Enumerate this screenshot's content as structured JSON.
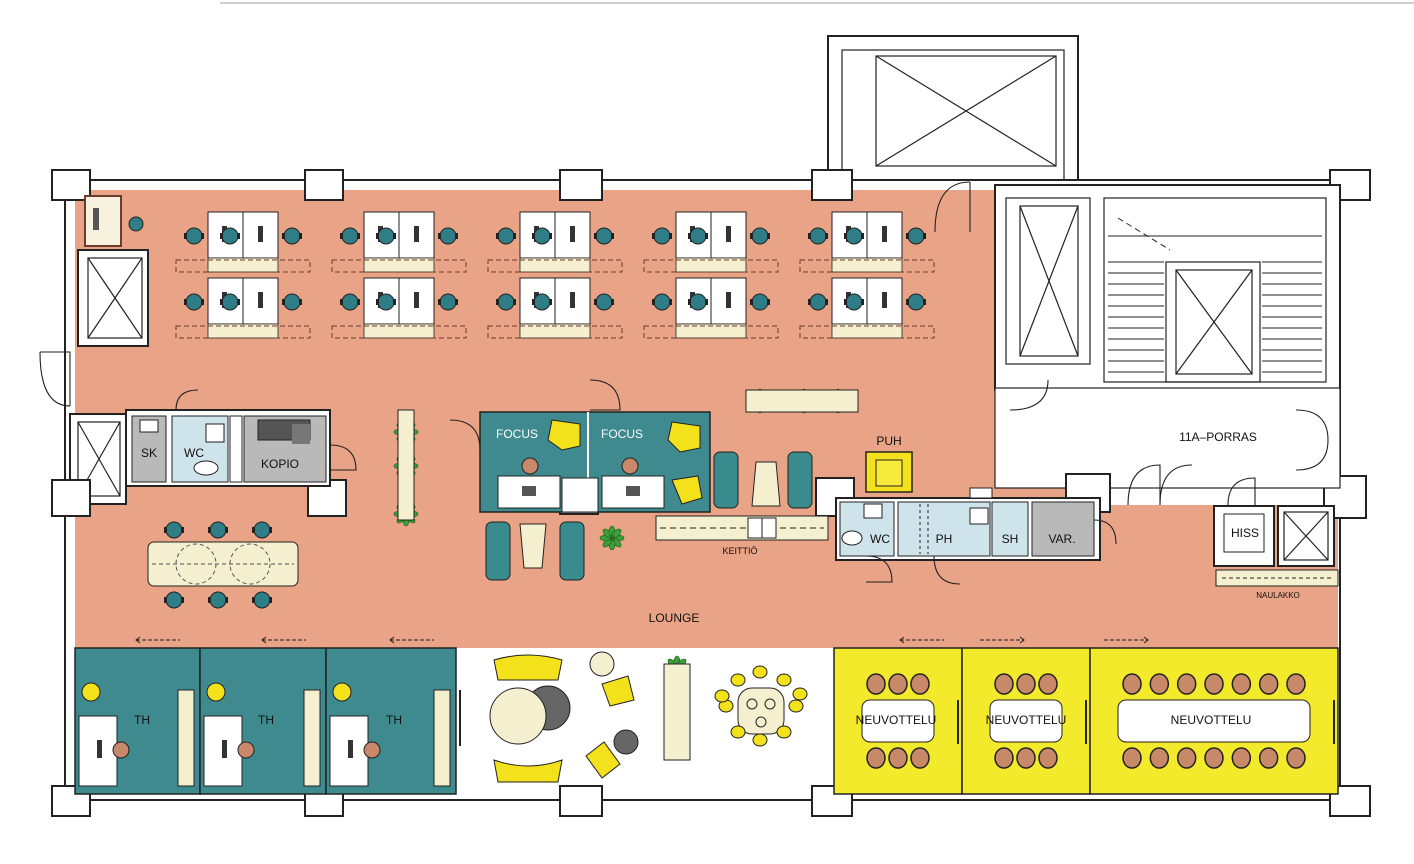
{
  "labels": {
    "focus_1": "FOCUS",
    "focus_2": "FOCUS",
    "sk": "SK",
    "wc_1": "WC",
    "kopio": "KOPIO",
    "puh": "PUH",
    "porras": "11A–PORRAS",
    "keittio": "KEITTIÖ",
    "wc_2": "WC",
    "ph": "PH",
    "sh": "SH",
    "var": "VAR.",
    "hiss": "HISS",
    "naulakko": "NAULAKKO",
    "lounge": "LOUNGE",
    "th_1": "TH",
    "th_2": "TH",
    "th_3": "TH",
    "neuvottelu_1": "NEUVOTTELU",
    "neuvottelu_2": "NEUVOTTELU",
    "neuvottelu_3": "NEUVOTTELU"
  },
  "colors": {
    "open_office": "#e9a386",
    "teal_rooms": "#3f8a8e",
    "meeting_rooms": "#f2ea2b",
    "wet_rooms": "#cfe3ea",
    "utility_gray": "#b9b9b9",
    "desk_cream": "#f4f0cf",
    "chair_teal": "#2f7d86",
    "chair_yellow": "#f3e11b",
    "chair_brown": "#c8896a",
    "plant_green": "#3ca03a",
    "sofa_teal": "#3a8b8d",
    "lounge_gray": "#666666"
  }
}
